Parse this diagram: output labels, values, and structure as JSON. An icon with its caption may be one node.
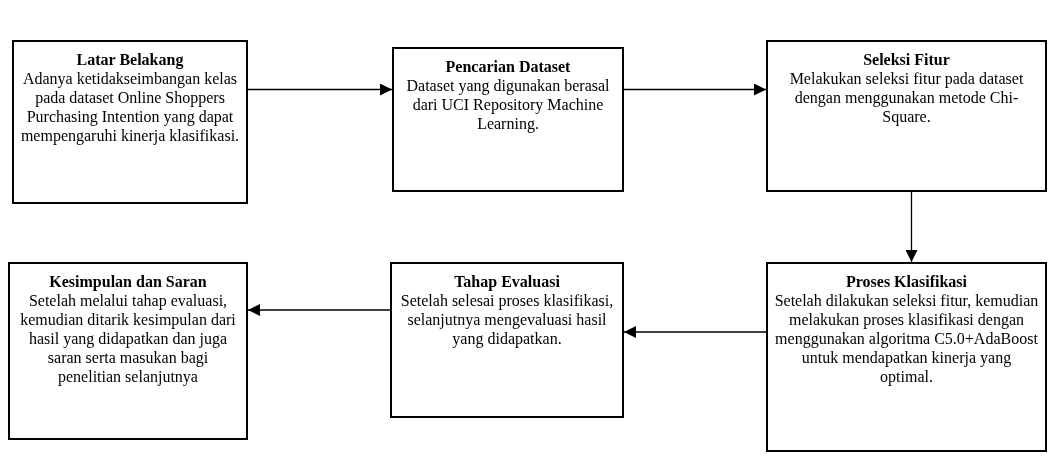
{
  "diagram": {
    "nodes": [
      {
        "text": [
          "Latar Belakang",
          "Adanya ketidakseimbangan kelas pada dataset Online Shoppers Purchasing Intention yang dapat mempengaruhi kinerja klasifikasi."
        ]
      },
      {
        "text": [
          "Pencarian Dataset",
          "Dataset yang digunakan berasal dari UCI Repository Machine Learning."
        ]
      },
      {
        "text": [
          "Seleksi Fitur",
          "Melakukan seleksi fitur pada dataset dengan menggunakan metode Chi-Square."
        ]
      },
      {
        "text": [
          "Proses Klasifikasi",
          "Setelah dilakukan seleksi fitur, kemudian melakukan proses klasifikasi dengan menggunakan algoritma C5.0+AdaBoost untuk mendapatkan kinerja yang optimal."
        ]
      },
      {
        "text": [
          "Tahap Evaluasi",
          "Setelah selesai proses klasifikasi, selanjutnya mengevaluasi hasil yang didapatkan."
        ]
      },
      {
        "text": [
          "Kesimpulan dan Saran",
          "Setelah melalui tahap evaluasi, kemudian ditarik kesimpulan dari hasil yang didapatkan dan juga saran serta masukan bagi penelitian selanjutnya"
        ]
      }
    ],
    "edges": [
      {
        "from": 0,
        "to": 1,
        "arrow": "to"
      },
      {
        "from": 1,
        "to": 2,
        "arrow": "to"
      },
      {
        "from": 2,
        "to": 3,
        "arrow": "to"
      },
      {
        "from": 3,
        "to": 4,
        "arrow": "to"
      },
      {
        "from": 4,
        "to": 5,
        "arrow": "to"
      }
    ]
  }
}
